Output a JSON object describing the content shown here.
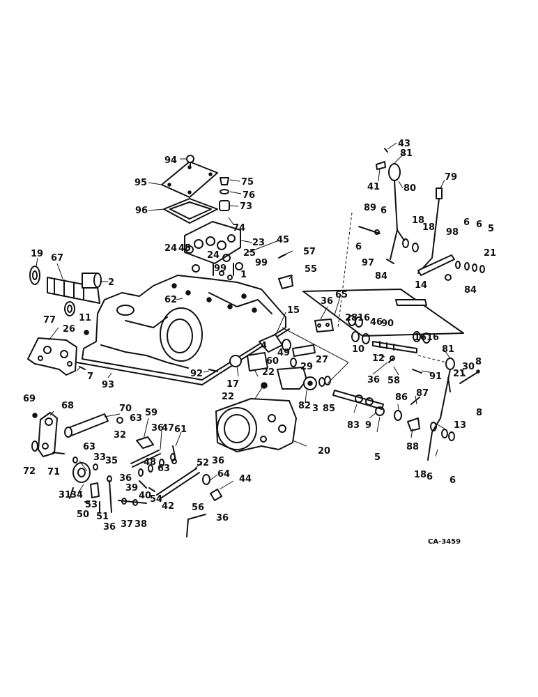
{
  "figure_code": "CA-3459",
  "callouts": [
    "43",
    "81",
    "41",
    "80",
    "79",
    "94",
    "95",
    "75",
    "76",
    "73",
    "96",
    "74",
    "89",
    "6",
    "6",
    "18",
    "18",
    "98",
    "6",
    "6",
    "5",
    "21",
    "97",
    "84",
    "84",
    "14",
    "24",
    "45",
    "24",
    "23",
    "45",
    "25",
    "57",
    "99",
    "99",
    "1",
    "55",
    "19",
    "67",
    "2",
    "62",
    "15",
    "36",
    "65",
    "28",
    "16",
    "46",
    "90",
    "16",
    "16",
    "81",
    "30",
    "8",
    "77",
    "26",
    "11",
    "7",
    "4",
    "49",
    "27",
    "10",
    "60",
    "29",
    "12",
    "36",
    "58",
    "91",
    "21",
    "8",
    "93",
    "92",
    "17",
    "22",
    "22",
    "82",
    "3",
    "85",
    "83",
    "9",
    "86",
    "87",
    "69",
    "68",
    "70",
    "63",
    "59",
    "32",
    "36",
    "47",
    "61",
    "88",
    "13",
    "72",
    "71",
    "63",
    "33",
    "48",
    "63",
    "52",
    "36",
    "35",
    "31",
    "34",
    "36",
    "64",
    "44",
    "50",
    "53",
    "51",
    "39",
    "40",
    "54",
    "42",
    "36",
    "36",
    "37",
    "38",
    "56",
    "20",
    "5",
    "18",
    "6",
    "6"
  ]
}
